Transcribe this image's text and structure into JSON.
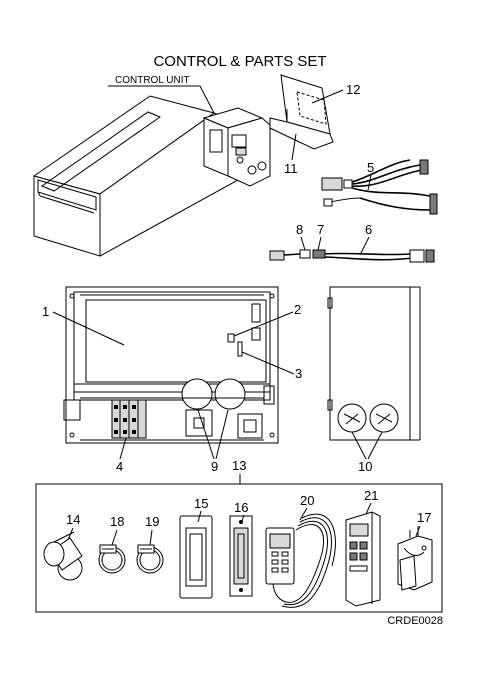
{
  "title": "CONTROL & PARTS SET",
  "subtitle": "CONTROL UNIT",
  "drawing_code": "CRDE0028",
  "parts": [
    {
      "id": "p1",
      "label": "1"
    },
    {
      "id": "p2",
      "label": "2"
    },
    {
      "id": "p3",
      "label": "3"
    },
    {
      "id": "p4",
      "label": "4"
    },
    {
      "id": "p5",
      "label": "5"
    },
    {
      "id": "p6",
      "label": "6"
    },
    {
      "id": "p7",
      "label": "7"
    },
    {
      "id": "p8",
      "label": "8"
    },
    {
      "id": "p9",
      "label": "9"
    },
    {
      "id": "p10",
      "label": "10"
    },
    {
      "id": "p11",
      "label": "11"
    },
    {
      "id": "p12",
      "label": "12"
    },
    {
      "id": "p13",
      "label": "13"
    },
    {
      "id": "p14",
      "label": "14"
    },
    {
      "id": "p15",
      "label": "15"
    },
    {
      "id": "p16",
      "label": "16"
    },
    {
      "id": "p17",
      "label": "17"
    },
    {
      "id": "p18",
      "label": "18"
    },
    {
      "id": "p19",
      "label": "19"
    },
    {
      "id": "p20",
      "label": "20"
    },
    {
      "id": "p21",
      "label": "21"
    }
  ]
}
